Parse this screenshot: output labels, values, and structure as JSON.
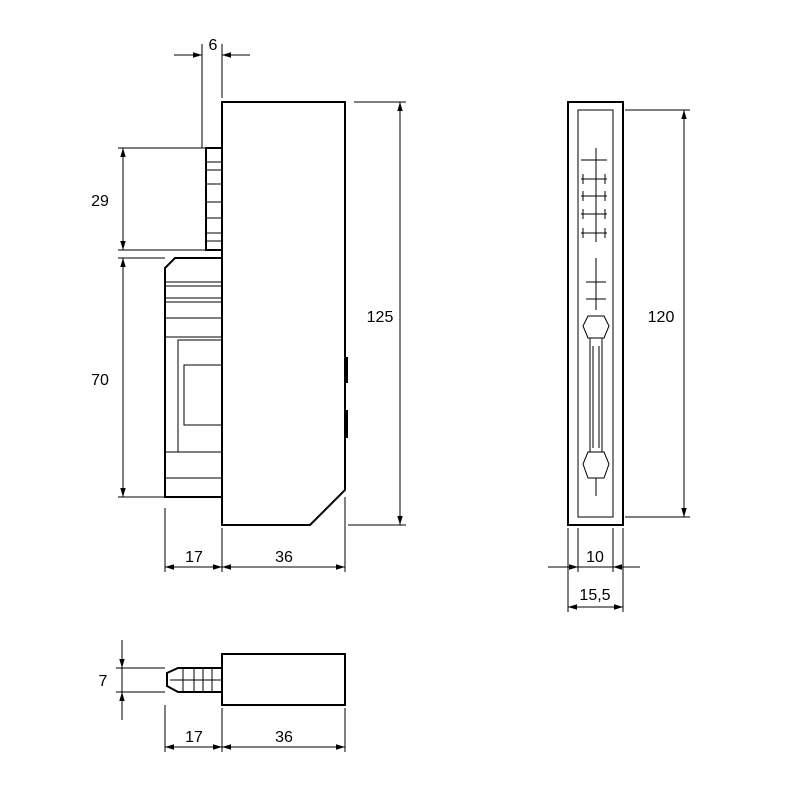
{
  "drawing": {
    "views": {
      "side": {
        "dims": {
          "offset_top": "6",
          "plug_height": "29",
          "module_height": "70",
          "total_height": "125",
          "plug_depth": "17",
          "body_depth": "36"
        }
      },
      "front": {
        "dims": {
          "inner_height": "120",
          "inner_width": "10",
          "outer_width": "15,5"
        }
      },
      "bottom": {
        "dims": {
          "thickness": "7",
          "plug_depth": "17",
          "body_depth": "36"
        }
      }
    }
  }
}
